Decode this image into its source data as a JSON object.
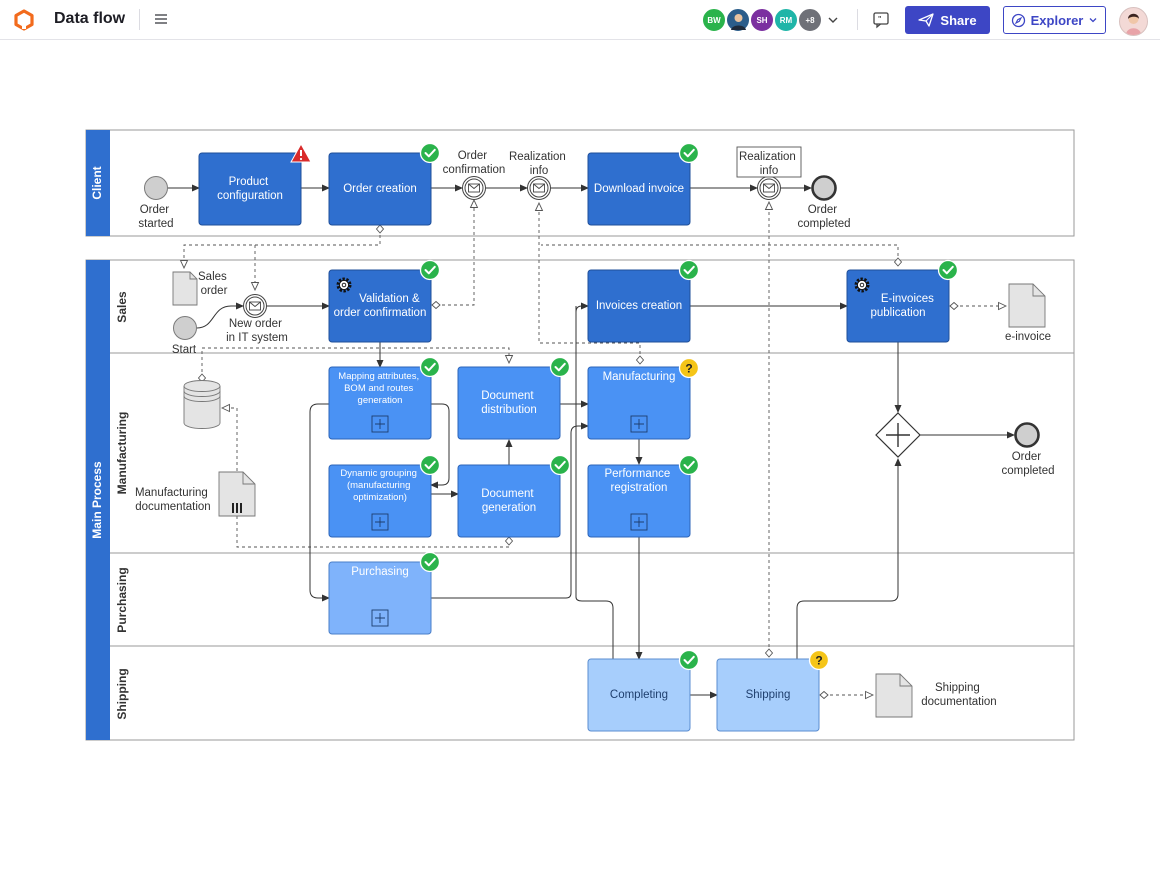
{
  "app": {
    "title": "Data flow"
  },
  "collaborators": [
    {
      "initials": "BW",
      "color": "#2ab34b"
    },
    {
      "initials": "",
      "color": "#2b5d8a"
    },
    {
      "initials": "SH",
      "color": "#7b2fa0"
    },
    {
      "initials": "RM",
      "color": "#1fb5a8"
    },
    {
      "initials": "+8",
      "color": "#6f7178"
    }
  ],
  "toolbar": {
    "share_label": "Share",
    "explorer_label": "Explorer"
  },
  "pools": {
    "client": "Client",
    "main": "Main Process"
  },
  "lanes": {
    "sales": "Sales",
    "manufacturing": "Manufacturing",
    "purchasing": "Purchasing",
    "shipping": "Shipping"
  },
  "tasks": {
    "product_config": [
      "Product",
      "configuration"
    ],
    "order_creation": [
      "Order creation"
    ],
    "download_invoice": [
      "Download invoice"
    ],
    "validation": [
      "Validation &",
      "order confirmation"
    ],
    "invoices_creation": [
      "Invoices creation"
    ],
    "einvoices": [
      "E-invoices",
      "publication"
    ],
    "mapping": [
      "Mapping attributes,",
      "BOM and routes",
      "generation"
    ],
    "doc_distribution": [
      "Document",
      "distribution"
    ],
    "manufacturing": [
      "Manufacturing"
    ],
    "dynamic_grouping": [
      "Dynamic grouping",
      "(manufacturing",
      "optimization)"
    ],
    "doc_generation": [
      "Document",
      "generation"
    ],
    "performance": [
      "Performance",
      "registration"
    ],
    "purchasing": [
      "Purchasing"
    ],
    "completing": [
      "Completing"
    ],
    "shipping": [
      "Shipping"
    ]
  },
  "labels": {
    "order_started": [
      "Order",
      "started"
    ],
    "order_confirmation": [
      "Order",
      "confirmation"
    ],
    "realization_info_1": [
      "Realization",
      "info"
    ],
    "realization_info_2": [
      "Realization",
      "info"
    ],
    "order_completed_client": [
      "Order",
      "completed"
    ],
    "sales_order": [
      "Sales",
      "order"
    ],
    "new_order": [
      "New order",
      "in IT system"
    ],
    "start": "Start",
    "einvoice_doc": "e-invoice",
    "mfg_doc": [
      "Manufacturing",
      "documentation"
    ],
    "order_completed_main": [
      "Order",
      "completed"
    ],
    "shipping_doc": [
      "Shipping",
      "documentation"
    ]
  },
  "colors": {
    "dark_task": "#2f6fcf",
    "mid_task": "#4a92f4",
    "light_task": "#7fb3fb",
    "lightest_task": "#a7cefc",
    "pool_header": "#2f6fcf",
    "check": "#2ab34b",
    "warning": "#d92b2b",
    "question": "#f5c518"
  }
}
